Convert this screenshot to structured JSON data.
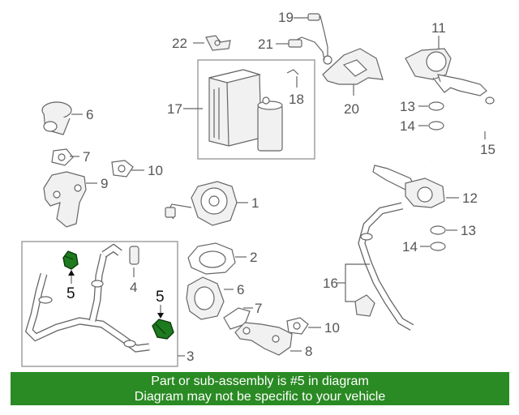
{
  "diagram": {
    "callouts": {
      "c19": "19",
      "c22": "22",
      "c21": "21",
      "c11": "11",
      "c17": "17",
      "c18": "18",
      "c20": "20",
      "c13a": "13",
      "c14a": "14",
      "c15": "15",
      "c6a": "6",
      "c7a": "7",
      "c10a": "10",
      "c9": "9",
      "c1": "1",
      "c12": "12",
      "c13b": "13",
      "c14b": "14",
      "c2": "2",
      "c16": "16",
      "c5a": "5",
      "c4": "4",
      "c5b": "5",
      "c6b": "6",
      "c7b": "7",
      "c10b": "10",
      "c8": "8",
      "c3": "3"
    },
    "highlight_color": "#1e7a1e"
  },
  "banner": {
    "line1": "Part or sub-assembly is #5 in diagram",
    "line2": "Diagram may not be specific to your vehicle",
    "color": "#2a8a23"
  }
}
